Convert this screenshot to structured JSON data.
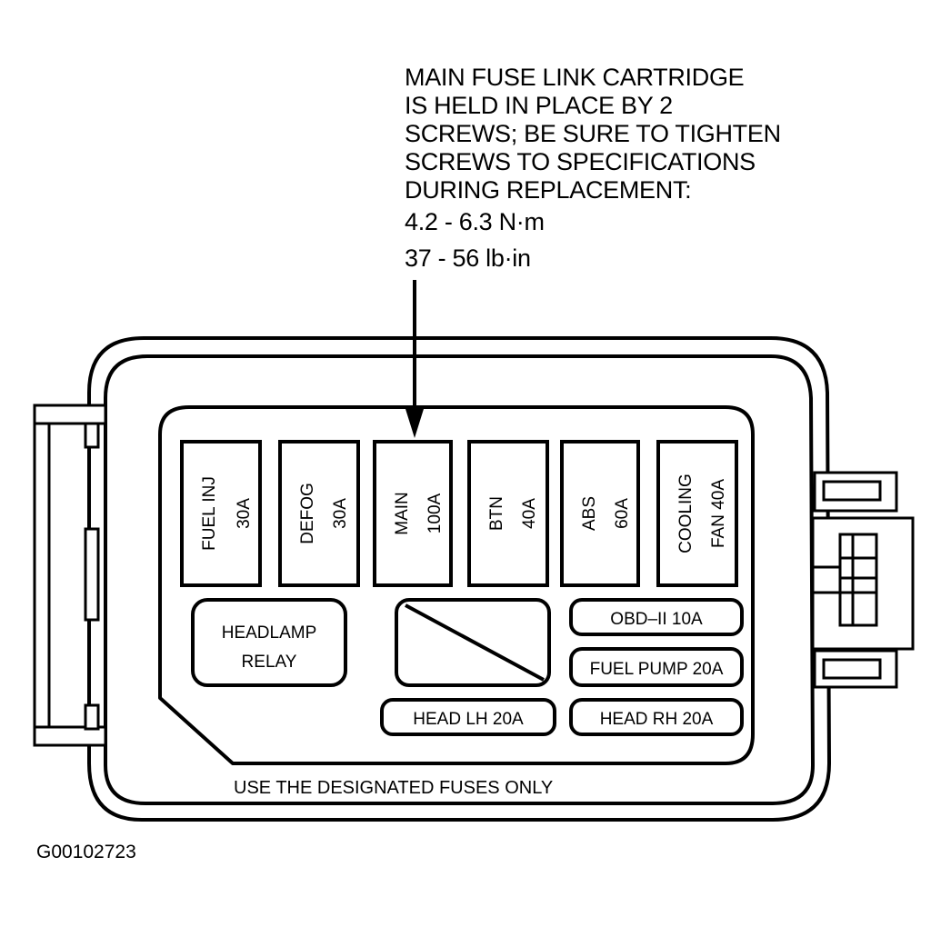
{
  "callout": {
    "lines": [
      "MAIN FUSE LINK CARTRIDGE",
      "IS HELD IN PLACE BY 2",
      "SCREWS; BE SURE TO TIGHTEN",
      "SCREWS TO SPECIFICATIONS",
      "DURING REPLACEMENT:"
    ],
    "spec_metric": "4.2 - 6.3 N·m",
    "spec_imperial": "37 - 56 lb·in"
  },
  "cartridges": [
    {
      "name": "fuse-fuel-inj",
      "line1": "FUEL INJ",
      "line2": "30A"
    },
    {
      "name": "fuse-defog",
      "line1": "DEFOG",
      "line2": "30A"
    },
    {
      "name": "fuse-main",
      "line1": "MAIN",
      "line2": "100A"
    },
    {
      "name": "fuse-btn",
      "line1": "BTN",
      "line2": "40A"
    },
    {
      "name": "fuse-abs",
      "line1": "ABS",
      "line2": "60A"
    },
    {
      "name": "fuse-cooling-fan",
      "line1": "COOLING",
      "line2": "FAN 40A"
    }
  ],
  "relay": {
    "line1": "HEADLAMP",
    "line2": "RELAY"
  },
  "mini_fuses": {
    "obd": "OBD–II 10A",
    "fuel_pump": "FUEL PUMP 20A",
    "head_lh": "HEAD LH 20A",
    "head_rh": "HEAD RH 20A"
  },
  "footer_note": "USE THE DESIGNATED FUSES ONLY",
  "figure_id": "G00102723"
}
